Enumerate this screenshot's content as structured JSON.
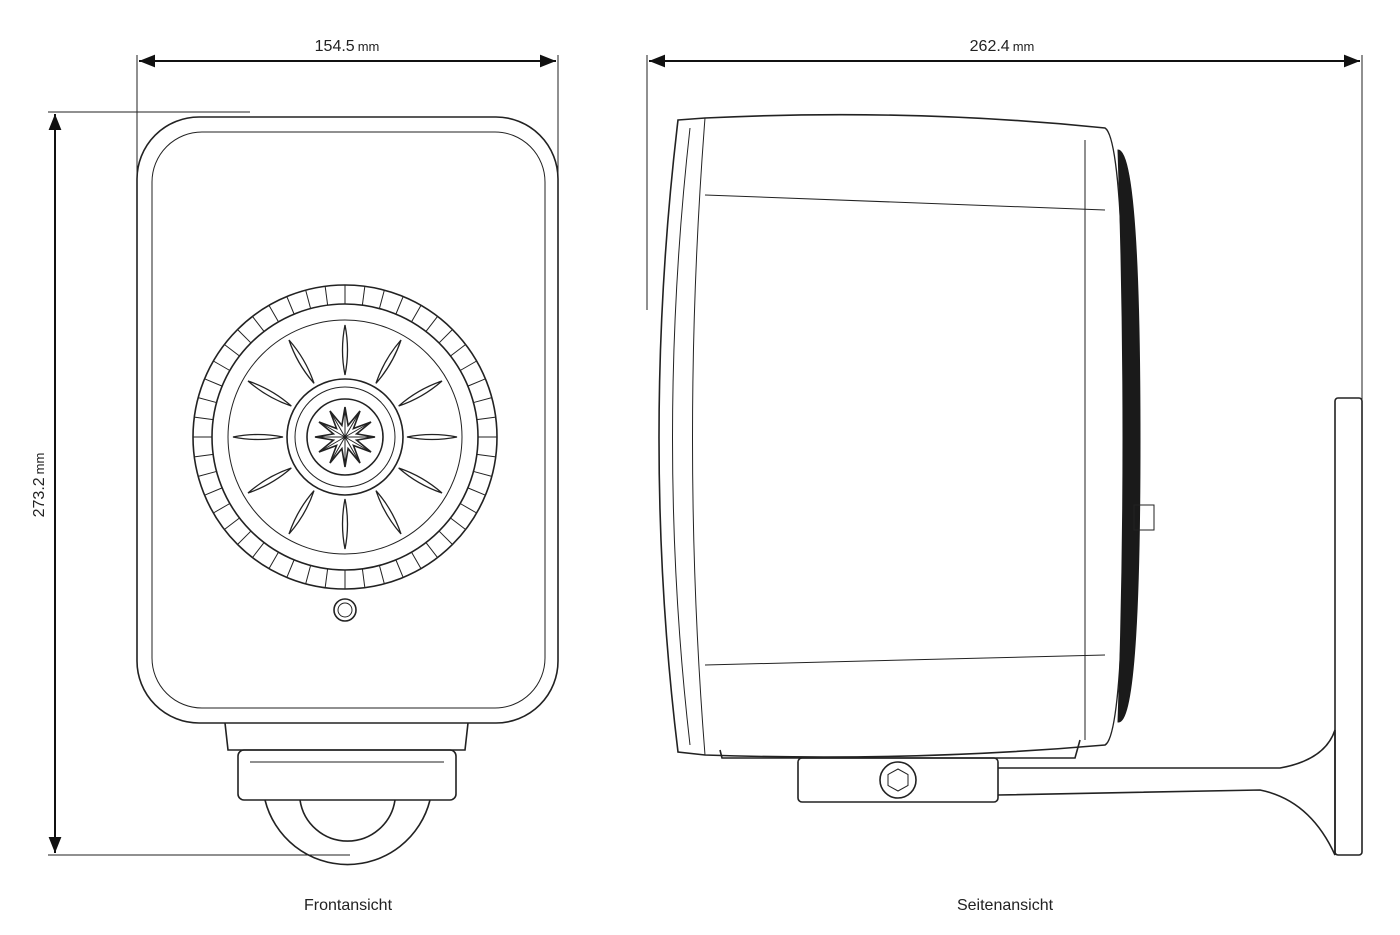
{
  "dimensions": {
    "width": {
      "value": "154.5",
      "unit": "mm"
    },
    "depth": {
      "value": "262.4",
      "unit": "mm"
    },
    "height": {
      "value": "273.2",
      "unit": "mm"
    }
  },
  "views": {
    "front": "Frontansicht",
    "side": "Seitenansicht"
  }
}
